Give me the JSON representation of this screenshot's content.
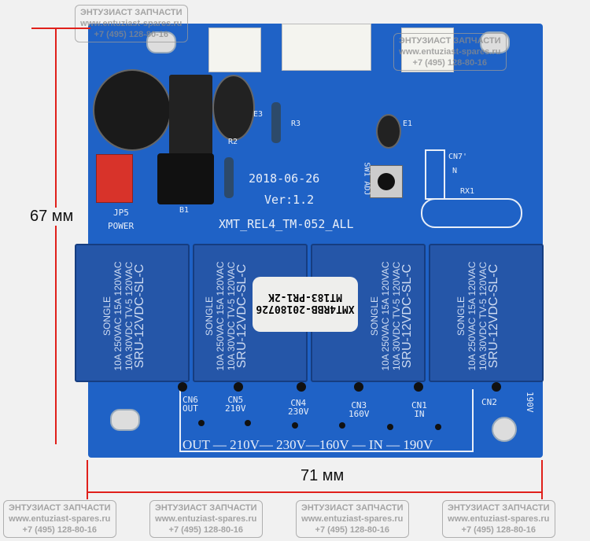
{
  "board": {
    "date": "2018-06-26",
    "version": "Ver:1.2",
    "model": "XMT_REL4_TM-052_ALL",
    "sw_label": "SW1 ADJ",
    "e1": "E1",
    "e3": "E3",
    "r2": "R2",
    "r3": "R3",
    "b1": "B1",
    "cn7": "CN7'",
    "cn7_n": "N",
    "rx1": "RX1",
    "jp5": "JP5",
    "power": "POWER",
    "sticker_line1": "MT183-PR1-2K",
    "sticker_line2": "XMT4RBB-20180726",
    "terminals": [
      {
        "id": "CN6",
        "label": "OUT"
      },
      {
        "id": "CN5",
        "label": "210V"
      },
      {
        "id": "CN4",
        "label": "230V"
      },
      {
        "id": "CN3",
        "label": "160V"
      },
      {
        "id": "CN1",
        "label": "IN"
      },
      {
        "id": "CN2",
        "label": "190V"
      }
    ],
    "bottom_legend": "OUT — 210V— 230V—160V — IN — 190V"
  },
  "relay": {
    "brand": "SONGLE",
    "model": "SRU-12VDC-SL-C",
    "rating1": "10A 250VAC 15A 120VAC",
    "rating2": "10A 30VDC TV-5 120VAC"
  },
  "watermark": {
    "name": "ЭНТУЗИАСТ ЗАПЧАСТИ",
    "site": "www.entuziast-spares.ru",
    "phone": "+7 (495) 128-80-16"
  },
  "dimensions": {
    "height": "67 мм",
    "width": "71 мм"
  },
  "colors": {
    "board": "#1f62c6",
    "dimension": "#e0201b"
  }
}
